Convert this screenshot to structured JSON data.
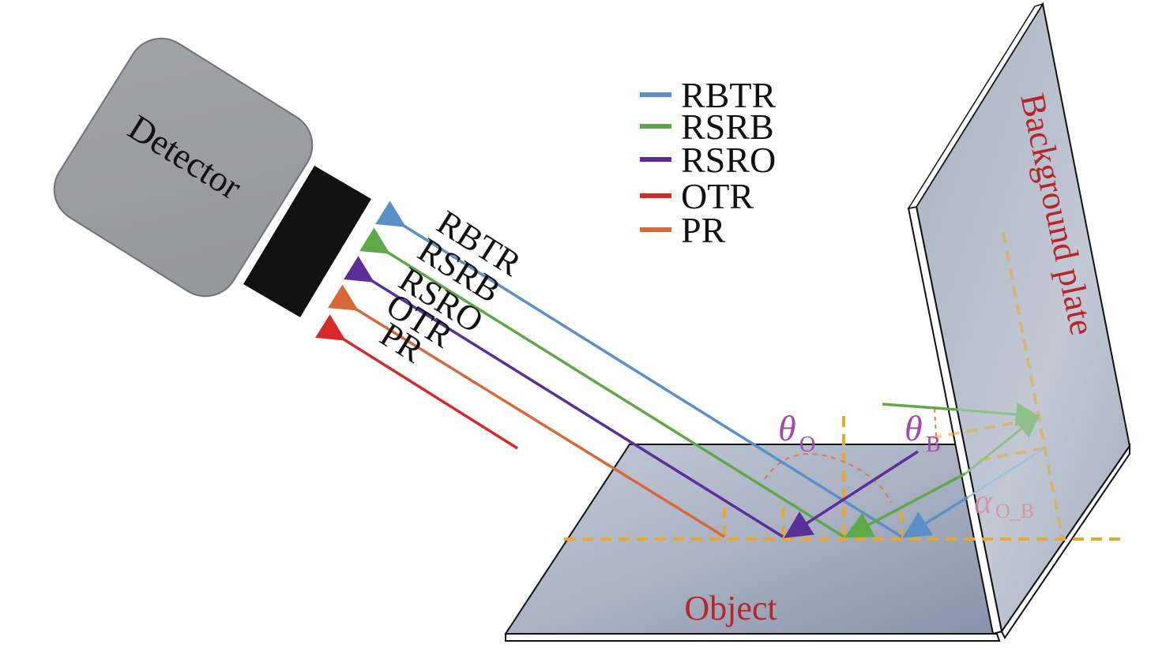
{
  "detector": {
    "label": "Detector"
  },
  "legend": {
    "items": [
      {
        "label": "RBTR",
        "color": "#5b8fc8"
      },
      {
        "label": "RSRB",
        "color": "#5ea84a"
      },
      {
        "label": "RSRO",
        "color": "#5a3098"
      },
      {
        "label": "OTR",
        "color": "#d42a2a"
      },
      {
        "label": "PR",
        "color": "#d8683a"
      }
    ]
  },
  "ray_labels": [
    {
      "label": "RBTR",
      "color": "#5b8fc8"
    },
    {
      "label": "RSRB",
      "color": "#5ea84a"
    },
    {
      "label": "RSRO",
      "color": "#5a3098"
    },
    {
      "label": "OTR",
      "color": "#d8683a"
    },
    {
      "label": "PR",
      "color": "#d42a2a"
    }
  ],
  "angles": {
    "theta_o": {
      "symbol": "θ",
      "sub": "O"
    },
    "theta_b": {
      "symbol": "θ",
      "sub": "B"
    },
    "alpha_ob": {
      "symbol": "α",
      "sub": "O_B"
    }
  },
  "surfaces": {
    "object": "Object",
    "background": "Background plate"
  },
  "colors": {
    "label_red": "#b5262a",
    "angle_purple": "#a24aa8",
    "alpha_pink": "#d98a9a",
    "guide_orange": "#e8a830",
    "arc_orange": "#e07a4a",
    "detector_body": "#9c9da1",
    "detector_lens": "#111111",
    "plate": "#a8b0c2"
  }
}
